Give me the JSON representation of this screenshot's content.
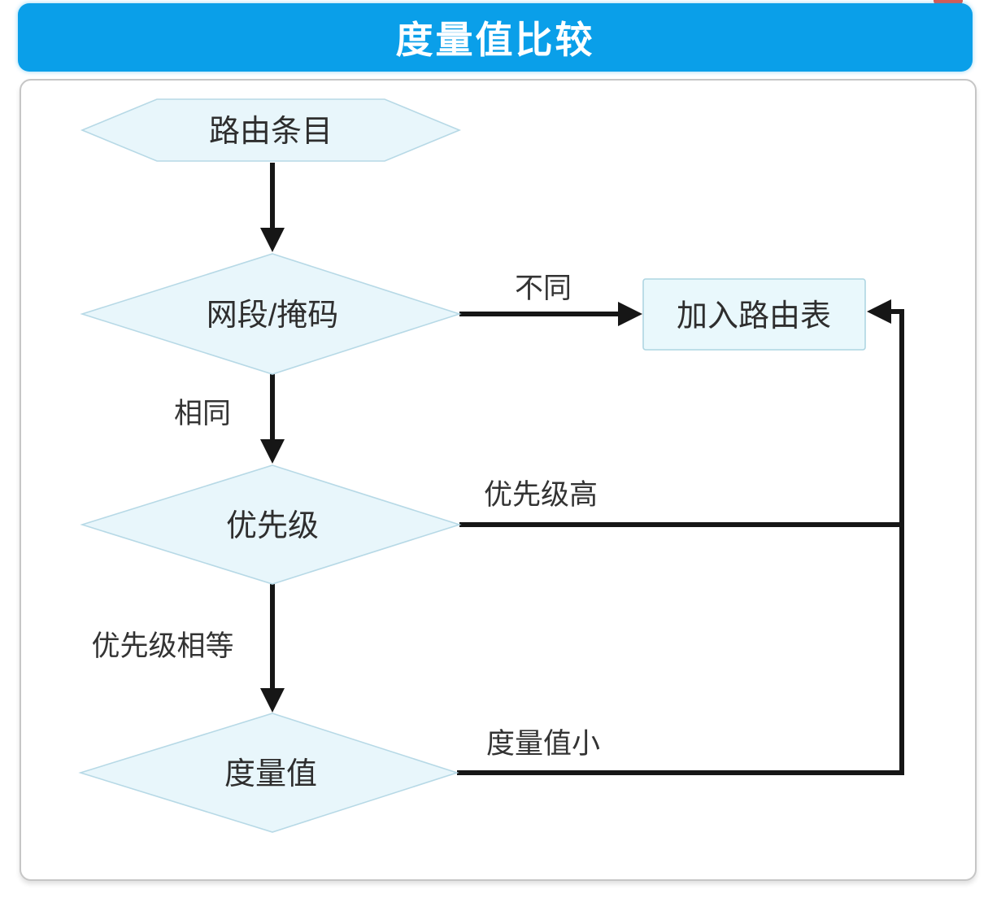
{
  "header": {
    "title": "度量值比较",
    "bar_color": "#0a9fe9",
    "badge_color": "#e4564c"
  },
  "flowchart": {
    "nodes": [
      {
        "id": "route-entry",
        "shape": "hexagon",
        "label": "路由条目"
      },
      {
        "id": "netmask-check",
        "shape": "diamond",
        "label": "网段/掩码"
      },
      {
        "id": "priority-check",
        "shape": "diamond",
        "label": "优先级"
      },
      {
        "id": "metric-check",
        "shape": "diamond",
        "label": "度量值"
      },
      {
        "id": "add-to-table",
        "shape": "rectangle",
        "label": "加入路由表"
      }
    ],
    "edges": [
      {
        "from": "route-entry",
        "to": "netmask-check",
        "label": ""
      },
      {
        "from": "netmask-check",
        "to": "add-to-table",
        "label": "不同"
      },
      {
        "from": "netmask-check",
        "to": "priority-check",
        "label": "相同"
      },
      {
        "from": "priority-check",
        "to": "add-to-table",
        "label": "优先级高"
      },
      {
        "from": "priority-check",
        "to": "metric-check",
        "label": "优先级相等"
      },
      {
        "from": "metric-check",
        "to": "add-to-table",
        "label": "度量值小"
      }
    ],
    "colors": {
      "shape_fill": "#e8f6fb",
      "shape_border": "#b7d9e6",
      "line": "#161616",
      "text": "#2e2e2e"
    }
  }
}
